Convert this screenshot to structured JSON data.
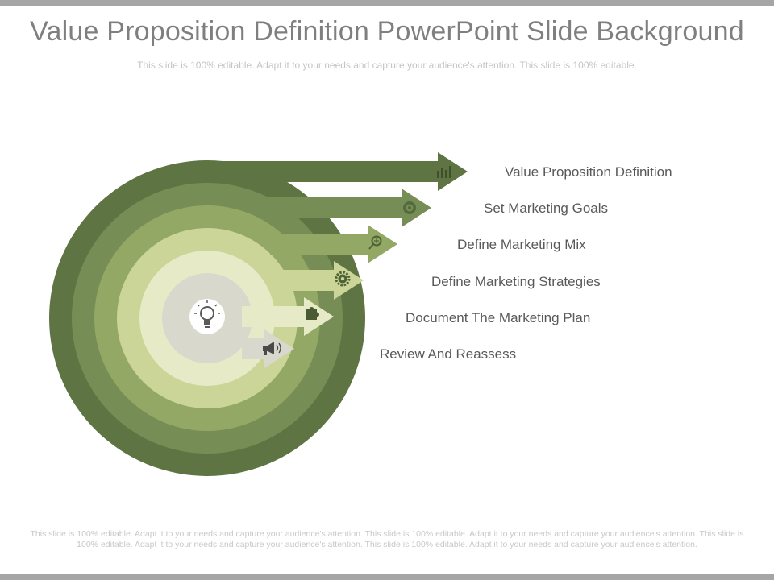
{
  "title": "Value Proposition Definition PowerPoint Slide Background",
  "subtitle": "This slide is 100% editable. Adapt it to your needs and capture your audience's attention. This slide is 100% editable.",
  "footer": "This slide is 100% editable. Adapt it to your needs and capture your audience's attention. This slide is 100% editable. Adapt it to your needs and capture your audience's attention. This slide is 100% editable. Adapt it to your needs and capture your audience's attention. This slide is 100% editable. Adapt it to your needs and capture your audience's attention.",
  "center_icon": "lightbulb-icon",
  "steps": [
    {
      "label": "Value Proposition Definition",
      "icon": "bar-chart-icon",
      "color": "#5f7443"
    },
    {
      "label": "Set Marketing Goals",
      "icon": "target-icon",
      "color": "#768d56"
    },
    {
      "label": "Define Marketing Mix",
      "icon": "magnifier-icon",
      "color": "#93a865"
    },
    {
      "label": "Define Marketing Strategies",
      "icon": "gear-icon",
      "color": "#cad597"
    },
    {
      "label": "Document The Marketing Plan",
      "icon": "puzzle-icon",
      "color": "#e6eac7"
    },
    {
      "label": "Review And Reassess",
      "icon": "megaphone-icon",
      "color": "#d8d8cc"
    }
  ]
}
